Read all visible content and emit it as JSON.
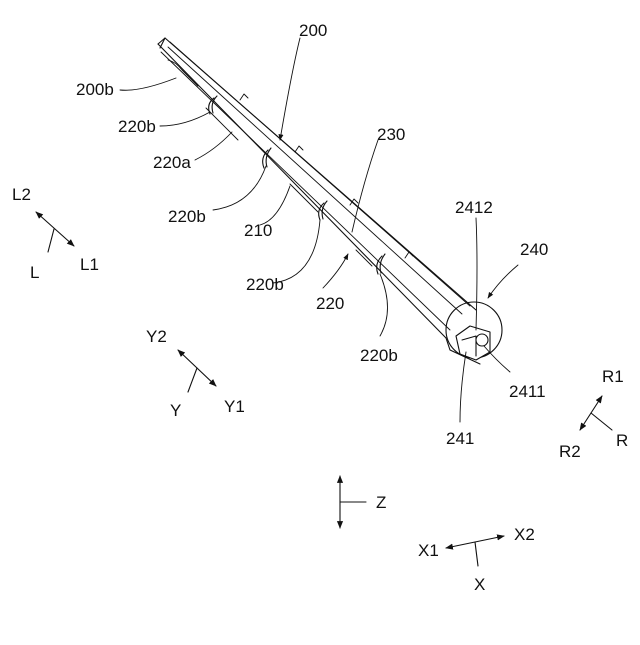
{
  "labels": {
    "l200": "200",
    "l200b": "200b",
    "l220b_1": "220b",
    "l220a": "220a",
    "l230": "230",
    "l220b_2": "220b",
    "l210": "210",
    "l2412": "2412",
    "l240": "240",
    "l220b_3": "220b",
    "l220": "220",
    "l220b_4": "220b",
    "l2411": "2411",
    "l241": "241"
  },
  "axes": {
    "L": {
      "main": "L",
      "pos": "L1",
      "neg": "L2"
    },
    "Y": {
      "main": "Y",
      "pos": "Y1",
      "neg": "Y2"
    },
    "R": {
      "main": "R",
      "pos": "R1",
      "neg": "R2"
    },
    "Z": {
      "main": "Z"
    },
    "X": {
      "main": "X",
      "pos": "X2",
      "neg": "X1"
    }
  }
}
